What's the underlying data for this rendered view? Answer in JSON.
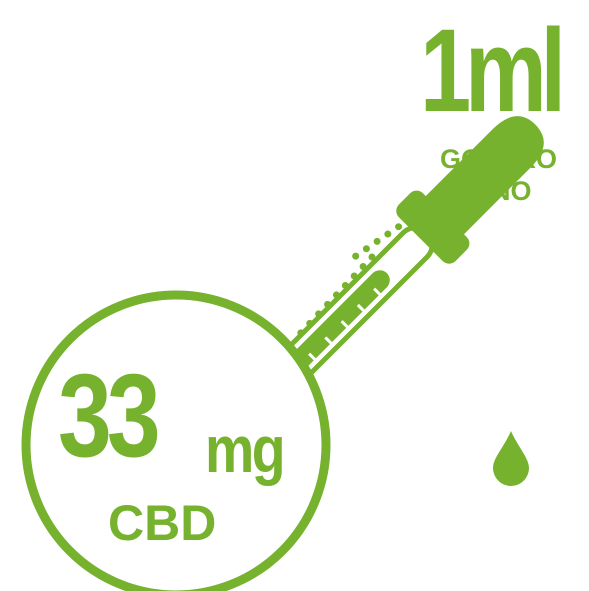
{
  "brand_color": "#76b22e",
  "volume": {
    "value_text": "1ml",
    "line1": "GOTERO",
    "line2": "LLENO"
  },
  "dose": {
    "number": "33",
    "unit": "mg",
    "substance": "CBD"
  },
  "icons": [
    "dropper-icon",
    "drop-icon"
  ]
}
